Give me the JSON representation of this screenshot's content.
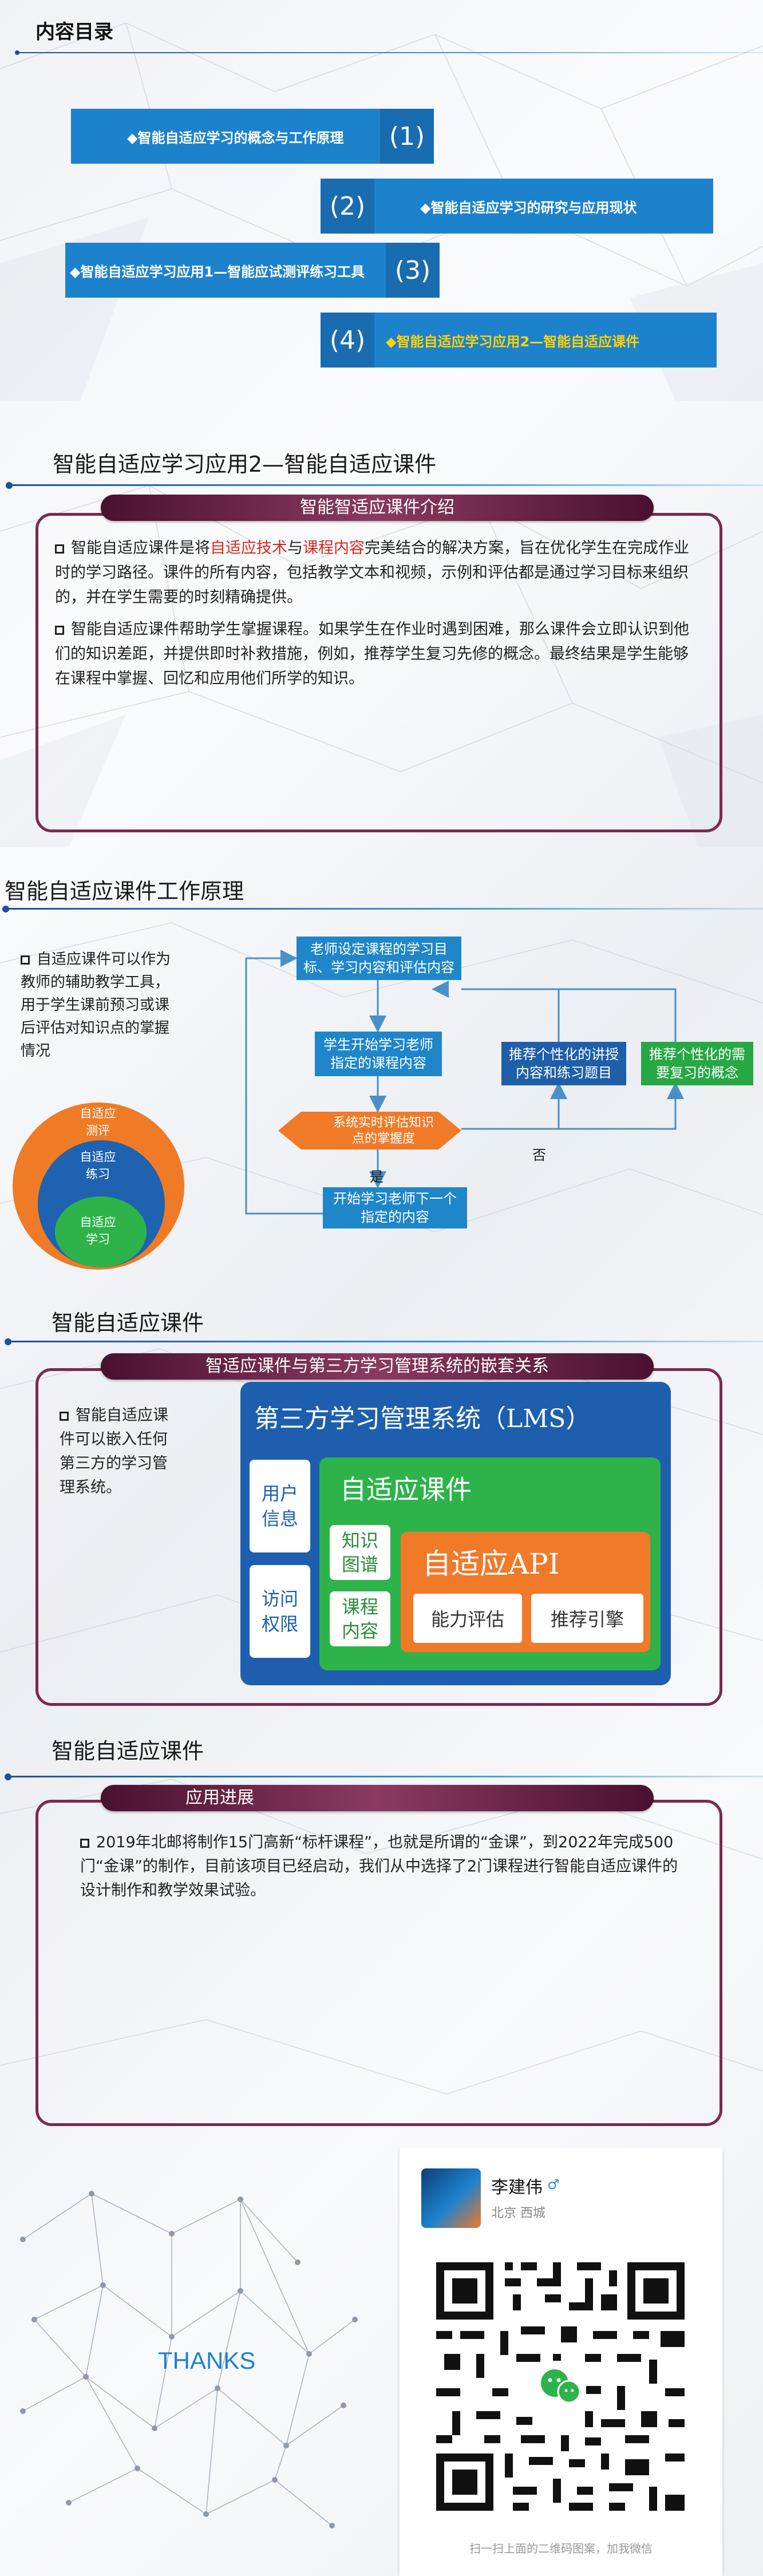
{
  "toc": {
    "title": "内容目录",
    "items": [
      {
        "num": "(1)",
        "label": "◆智能自适应学习的概念与工作原理"
      },
      {
        "num": "(2)",
        "label": "◆智能自适应学习的研究与应用现状"
      },
      {
        "num": "(3)",
        "label": "◆智能自适应学习应用1—智能应试测评练习工具"
      },
      {
        "num": "(4)",
        "label": "◆智能自适应学习应用2—智能自适应课件"
      }
    ]
  },
  "intro": {
    "title": "智能自适应学习应用2—智能自适应课件",
    "pill": "智能智适应课件介绍",
    "p1_a": "智能自适应课件是将",
    "p1_hl1": "自适应技术",
    "p1_b": "与",
    "p1_hl2": "课程内容",
    "p1_c": "完美结合的解决方案，旨在优化学生在完成作业时的学习路径。课件的所有内容，包括教学文本和视频，示例和评估都是通过学习目标来组织的，并在学生需要的时刻精确提供。",
    "p2": "智能自适应课件帮助学生掌握课程。如果学生在作业时遇到困难，那么课件会立即认识到他们的知识差距，并提供即时补救措施，例如，推荐学生复习先修的概念。最终结果是学生能够在课程中掌握、回忆和应用他们所学的知识。"
  },
  "workflow": {
    "title": "智能自适应课件工作原理",
    "side_text": "自适应课件可以作为教师的辅助教学工具，用于学生课前预习或课后评估对知识点的掌握情况",
    "circles": [
      "自适应测评",
      "自适应练习",
      "自适应学习"
    ],
    "boxes": {
      "teacher_set": "老师设定课程的学习目标、学习内容和评估内容",
      "student_start": "学生开始学习老师指定的课程内容",
      "evaluate": "系统实时评估知识点的掌握度",
      "next": "开始学习老师下一个指定的内容",
      "recommend_a": "推荐个性化的讲授内容和练习题目",
      "recommend_b": "推荐个性化的需要复习的概念"
    },
    "yes": "是",
    "no": "否"
  },
  "lms": {
    "title": "智能自适应课件",
    "pill": "智适应课件与第三方学习管理系统的嵌套关系",
    "side_text": "智能自适应课件可以嵌入任何第三方的学习管理系统。",
    "outer_title": "第三方学习管理系统（LMS）",
    "user_info": "用户信息",
    "access": "访问权限",
    "course_title": "自适应课件",
    "knowledge_map": "知识图谱",
    "course_content": "课程内容",
    "api_title": "自适应API",
    "ability": "能力评估",
    "recommend": "推荐引擎"
  },
  "progress": {
    "title": "智能自适应课件",
    "pill": "应用进展",
    "text": "2019年北邮将制作15门高新“标杆课程”，也就是所谓的“金课”，到2022年完成500门“金课”的制作，目前该项目已经启动，我们从中选择了2门课程进行智能自适应课件的设计制作和教学效果试验。"
  },
  "thanks": {
    "label": "THANKS",
    "name": "李建伟",
    "location": "北京 西城",
    "caption": "扫一扫上面的二维码图案，加我微信"
  }
}
